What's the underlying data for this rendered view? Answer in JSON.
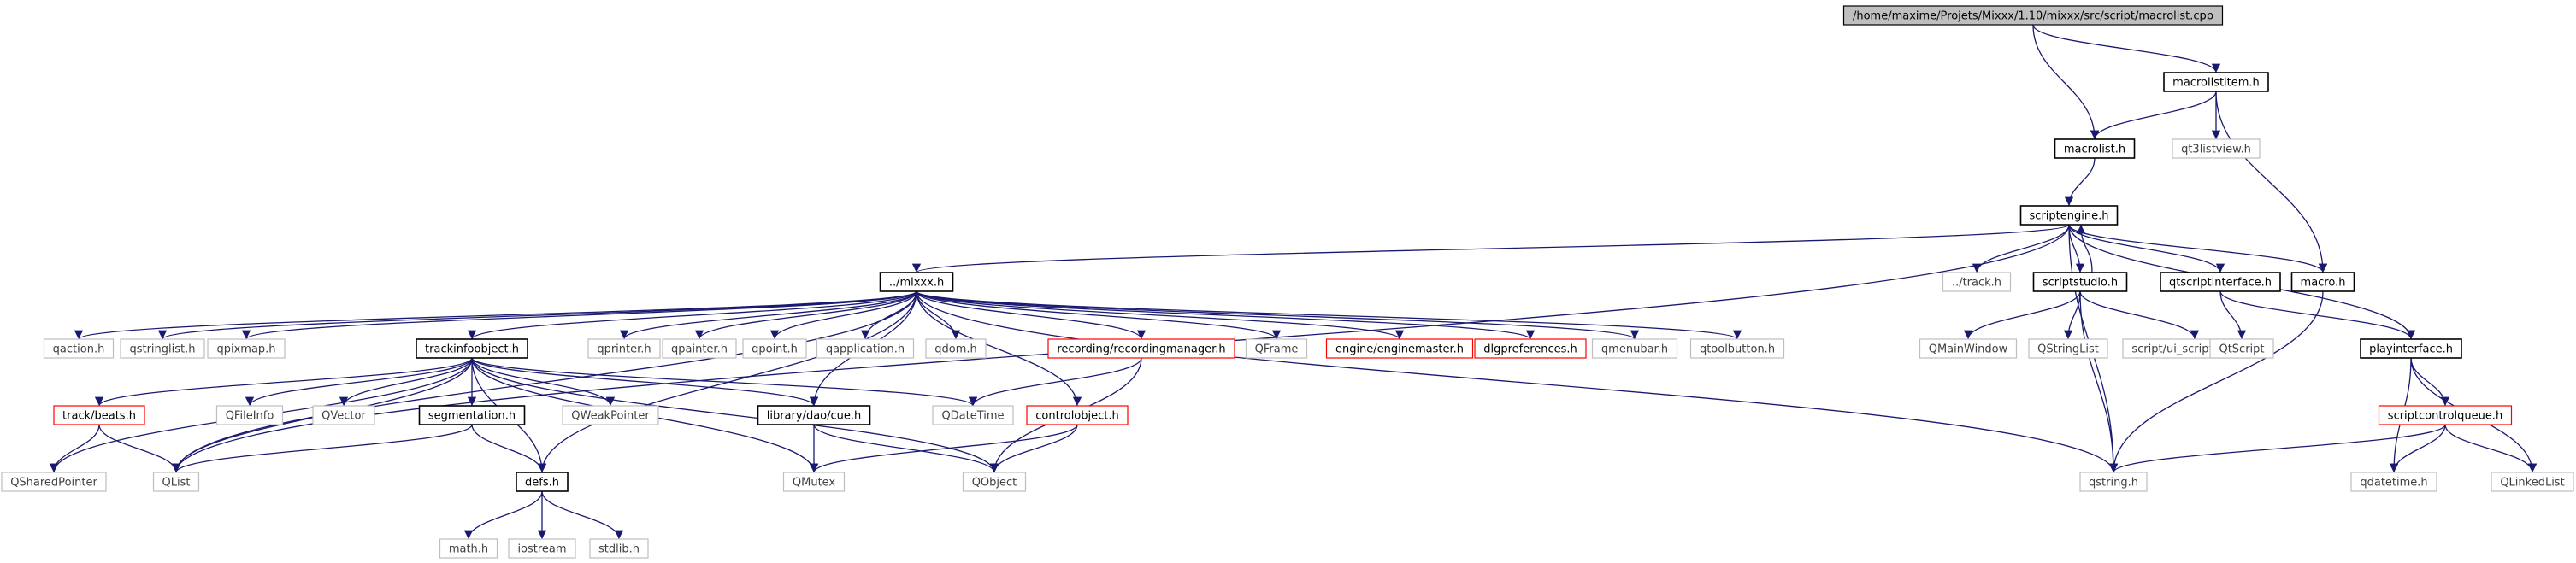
{
  "title": "/home/maxime/Projets/Mixxx/1.10/mixxx/src/script/macrolist.cpp",
  "colors": {
    "edge": "#191970",
    "root_fill": "#bfbfbf",
    "border_documented": "#000000",
    "border_missing": "#ff0000",
    "border_external": "#bfbfbf",
    "text_main": "#000000",
    "text_external": "#404040"
  },
  "nodes": [
    {
      "id": "root",
      "label": "/home/maxime/Projets/Mixxx/1.10/mixxx/src/script/macrolist.cpp",
      "kind": "root"
    },
    {
      "id": "macrolistitem",
      "label": "macrolistitem.h",
      "kind": "documented"
    },
    {
      "id": "macrolist",
      "label": "macrolist.h",
      "kind": "documented"
    },
    {
      "id": "qtlistview",
      "label": "qt3listview.h",
      "kind": "external"
    },
    {
      "id": "scriptengine",
      "label": "scriptengine.h",
      "kind": "documented"
    },
    {
      "id": "mixxx",
      "label": "../mixxx.h",
      "kind": "documented"
    },
    {
      "id": "track",
      "label": "../track.h",
      "kind": "external"
    },
    {
      "id": "scriptstudio",
      "label": "scriptstudio.h",
      "kind": "documented"
    },
    {
      "id": "qtscriptinterface",
      "label": "qtscriptinterface.h",
      "kind": "documented"
    },
    {
      "id": "macro",
      "label": "macro.h",
      "kind": "documented"
    },
    {
      "id": "qaction",
      "label": "qaction.h",
      "kind": "external"
    },
    {
      "id": "qstringlist",
      "label": "qstringlist.h",
      "kind": "external"
    },
    {
      "id": "qpixmap",
      "label": "qpixmap.h",
      "kind": "external"
    },
    {
      "id": "trackinfoobject",
      "label": "trackinfoobject.h",
      "kind": "documented"
    },
    {
      "id": "qprinter",
      "label": "qprinter.h",
      "kind": "external"
    },
    {
      "id": "qpainter",
      "label": "qpainter.h",
      "kind": "external"
    },
    {
      "id": "qpoint",
      "label": "qpoint.h",
      "kind": "external"
    },
    {
      "id": "qapplication",
      "label": "qapplication.h",
      "kind": "external"
    },
    {
      "id": "qdom",
      "label": "qdom.h",
      "kind": "external"
    },
    {
      "id": "recordingmanager",
      "label": "recording/recordingmanager.h",
      "kind": "missing"
    },
    {
      "id": "qframe",
      "label": "QFrame",
      "kind": "external"
    },
    {
      "id": "enginemaster",
      "label": "engine/enginemaster.h",
      "kind": "missing"
    },
    {
      "id": "dlgpreferences",
      "label": "dlgpreferences.h",
      "kind": "missing"
    },
    {
      "id": "qmenubar",
      "label": "qmenubar.h",
      "kind": "external"
    },
    {
      "id": "qtoolbutton",
      "label": "qtoolbutton.h",
      "kind": "external"
    },
    {
      "id": "qmainwindow",
      "label": "QMainWindow",
      "kind": "external"
    },
    {
      "id": "qstringlist2",
      "label": "QStringList",
      "kind": "external"
    },
    {
      "id": "uiscriptstudio",
      "label": "script/ui_scriptstudio.h",
      "kind": "external"
    },
    {
      "id": "qtscript",
      "label": "QtScript",
      "kind": "external"
    },
    {
      "id": "playinterface",
      "label": "playinterface.h",
      "kind": "documented"
    },
    {
      "id": "trackbeats",
      "label": "track/beats.h",
      "kind": "missing"
    },
    {
      "id": "qfileinfo",
      "label": "QFileInfo",
      "kind": "external"
    },
    {
      "id": "qvector",
      "label": "QVector",
      "kind": "external"
    },
    {
      "id": "segmentation",
      "label": "segmentation.h",
      "kind": "documented"
    },
    {
      "id": "qweakpointer",
      "label": "QWeakPointer",
      "kind": "external"
    },
    {
      "id": "cue",
      "label": "library/dao/cue.h",
      "kind": "documented"
    },
    {
      "id": "qdatetime",
      "label": "QDateTime",
      "kind": "external"
    },
    {
      "id": "controlobject",
      "label": "controlobject.h",
      "kind": "missing"
    },
    {
      "id": "scriptcontrolqueue",
      "label": "scriptcontrolqueue.h",
      "kind": "missing"
    },
    {
      "id": "qsharedpointer",
      "label": "QSharedPointer",
      "kind": "external"
    },
    {
      "id": "qlist",
      "label": "QList",
      "kind": "external"
    },
    {
      "id": "defs",
      "label": "defs.h",
      "kind": "documented"
    },
    {
      "id": "qmutex",
      "label": "QMutex",
      "kind": "external"
    },
    {
      "id": "qobject",
      "label": "QObject",
      "kind": "external"
    },
    {
      "id": "qstring",
      "label": "qstring.h",
      "kind": "external"
    },
    {
      "id": "qdatetimeh",
      "label": "qdatetime.h",
      "kind": "external"
    },
    {
      "id": "qlinkedlist",
      "label": "QLinkedList",
      "kind": "external"
    },
    {
      "id": "math",
      "label": "math.h",
      "kind": "external"
    },
    {
      "id": "iostream",
      "label": "iostream",
      "kind": "external"
    },
    {
      "id": "stdlib",
      "label": "stdlib.h",
      "kind": "external"
    }
  ],
  "edges": [
    [
      "root",
      "macrolistitem"
    ],
    [
      "root",
      "macrolist"
    ],
    [
      "macrolistitem",
      "macrolist"
    ],
    [
      "macrolistitem",
      "qtlistview"
    ],
    [
      "macrolistitem",
      "macro"
    ],
    [
      "macrolist",
      "scriptengine"
    ],
    [
      "scriptengine",
      "mixxx"
    ],
    [
      "scriptengine",
      "track"
    ],
    [
      "scriptengine",
      "scriptstudio"
    ],
    [
      "scriptengine",
      "qtscriptinterface"
    ],
    [
      "scriptengine",
      "macro"
    ],
    [
      "scriptengine",
      "playinterface"
    ],
    [
      "scriptengine",
      "qstring"
    ],
    [
      "scriptengine",
      "qlist"
    ],
    [
      "scriptstudio",
      "scriptengine"
    ],
    [
      "scriptstudio",
      "qmainwindow"
    ],
    [
      "scriptstudio",
      "qstringlist2"
    ],
    [
      "scriptstudio",
      "uiscriptstudio"
    ],
    [
      "scriptstudio",
      "qstring"
    ],
    [
      "qtscriptinterface",
      "qtscript"
    ],
    [
      "qtscriptinterface",
      "playinterface"
    ],
    [
      "macro",
      "qstring"
    ],
    [
      "playinterface",
      "scriptcontrolqueue"
    ],
    [
      "playinterface",
      "qdatetimeh"
    ],
    [
      "playinterface",
      "qlinkedlist"
    ],
    [
      "scriptcontrolqueue",
      "qstring"
    ],
    [
      "scriptcontrolqueue",
      "qdatetimeh"
    ],
    [
      "scriptcontrolqueue",
      "qlinkedlist"
    ],
    [
      "mixxx",
      "qaction"
    ],
    [
      "mixxx",
      "qstringlist"
    ],
    [
      "mixxx",
      "qpixmap"
    ],
    [
      "mixxx",
      "trackinfoobject"
    ],
    [
      "mixxx",
      "qprinter"
    ],
    [
      "mixxx",
      "qpainter"
    ],
    [
      "mixxx",
      "qpoint"
    ],
    [
      "mixxx",
      "qapplication"
    ],
    [
      "mixxx",
      "qdom"
    ],
    [
      "mixxx",
      "recordingmanager"
    ],
    [
      "mixxx",
      "qframe"
    ],
    [
      "mixxx",
      "enginemaster"
    ],
    [
      "mixxx",
      "dlgpreferences"
    ],
    [
      "mixxx",
      "qmenubar"
    ],
    [
      "mixxx",
      "qtoolbutton"
    ],
    [
      "mixxx",
      "cue"
    ],
    [
      "mixxx",
      "controlobject"
    ],
    [
      "mixxx",
      "defs"
    ],
    [
      "mixxx",
      "qstring"
    ],
    [
      "mixxx",
      "qlist"
    ],
    [
      "trackinfoobject",
      "trackbeats"
    ],
    [
      "trackinfoobject",
      "qfileinfo"
    ],
    [
      "trackinfoobject",
      "qvector"
    ],
    [
      "trackinfoobject",
      "segmentation"
    ],
    [
      "trackinfoobject",
      "qweakpointer"
    ],
    [
      "trackinfoobject",
      "cue"
    ],
    [
      "trackinfoobject",
      "qdatetime"
    ],
    [
      "trackinfoobject",
      "qobject"
    ],
    [
      "trackinfoobject",
      "qmutex"
    ],
    [
      "trackinfoobject",
      "defs"
    ],
    [
      "trackinfoobject",
      "qlist"
    ],
    [
      "trackinfoobject",
      "qsharedpointer"
    ],
    [
      "trackbeats",
      "qsharedpointer"
    ],
    [
      "trackbeats",
      "qlist"
    ],
    [
      "segmentation",
      "qlist"
    ],
    [
      "segmentation",
      "defs"
    ],
    [
      "cue",
      "qmutex"
    ],
    [
      "cue",
      "qobject"
    ],
    [
      "recordingmanager",
      "qdatetime"
    ],
    [
      "recordingmanager",
      "qobject"
    ],
    [
      "controlobject",
      "qmutex"
    ],
    [
      "controlobject",
      "qobject"
    ],
    [
      "defs",
      "math"
    ],
    [
      "defs",
      "iostream"
    ],
    [
      "defs",
      "stdlib"
    ]
  ]
}
